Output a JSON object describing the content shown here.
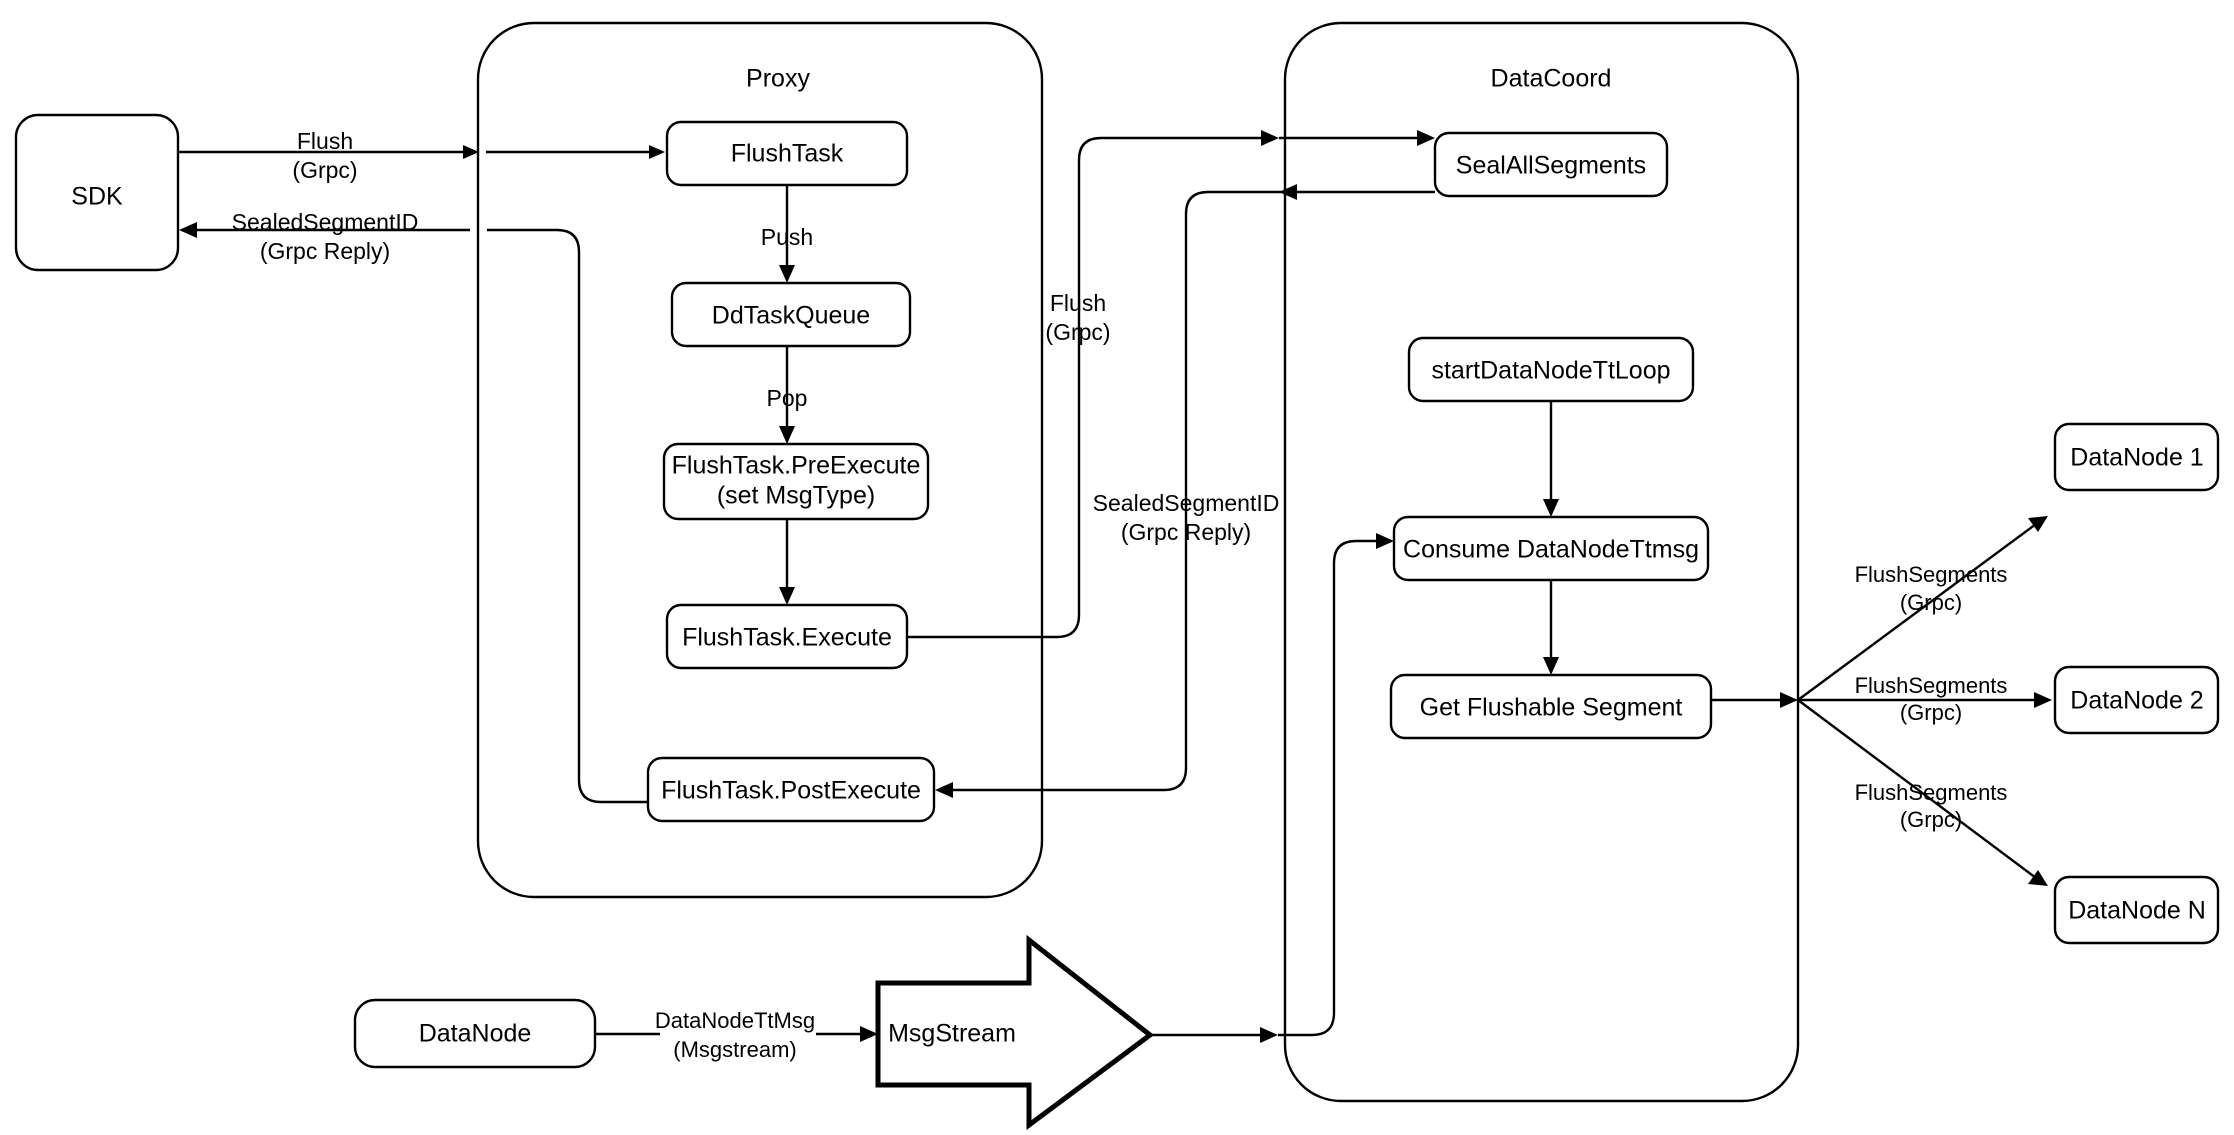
{
  "diagram": {
    "title_visible": false,
    "background": "#ffffff",
    "stroke_color": "#000000",
    "groups": [
      {
        "id": "proxy",
        "label": "Proxy"
      },
      {
        "id": "datacoord",
        "label": "DataCoord"
      }
    ],
    "nodes": {
      "sdk": {
        "label": "SDK"
      },
      "flush_task": {
        "label": "FlushTask"
      },
      "dd_task_queue": {
        "label": "DdTaskQueue"
      },
      "pre_execute_l1": {
        "label": "FlushTask.PreExecute"
      },
      "pre_execute_l2": {
        "label": "(set MsgType)"
      },
      "execute": {
        "label": "FlushTask.Execute"
      },
      "post_execute": {
        "label": "FlushTask.PostExecute"
      },
      "seal_all_segments": {
        "label": "SealAllSegments"
      },
      "start_tt_loop": {
        "label": "startDataNodeTtLoop"
      },
      "consume_tt_msg": {
        "label": "Consume DataNodeTtmsg"
      },
      "get_flushable": {
        "label": "Get Flushable Segment"
      },
      "datanode_1": {
        "label": "DataNode 1"
      },
      "datanode_2": {
        "label": "DataNode 2"
      },
      "datanode_n": {
        "label": "DataNode N"
      },
      "datanode_src": {
        "label": "DataNode"
      },
      "msgstream": {
        "label": "MsgStream"
      }
    },
    "edge_labels": {
      "sdk_to_proxy_l1": "Flush",
      "sdk_to_proxy_l2": "(Grpc)",
      "proxy_to_sdk_l1": "SealedSegmentID",
      "proxy_to_sdk_l2": "(Grpc Reply)",
      "push": "Push",
      "pop": "Pop",
      "proxy_to_coord_l1": "Flush",
      "proxy_to_coord_l2": "(Grpc)",
      "coord_to_proxy_l1": "SealedSegmentID",
      "coord_to_proxy_l2": "(Grpc Reply)",
      "flush_seg_1_l1": "FlushSegments",
      "flush_seg_1_l2": "(Grpc)",
      "flush_seg_2_l1": "FlushSegments",
      "flush_seg_2_l2": "(Grpc)",
      "flush_seg_n_l1": "FlushSegments",
      "flush_seg_n_l2": "(Grpc)",
      "datanode_ttmsg_l1": "DataNodeTtMsg",
      "datanode_ttmsg_l2": "(Msgstream)"
    }
  }
}
